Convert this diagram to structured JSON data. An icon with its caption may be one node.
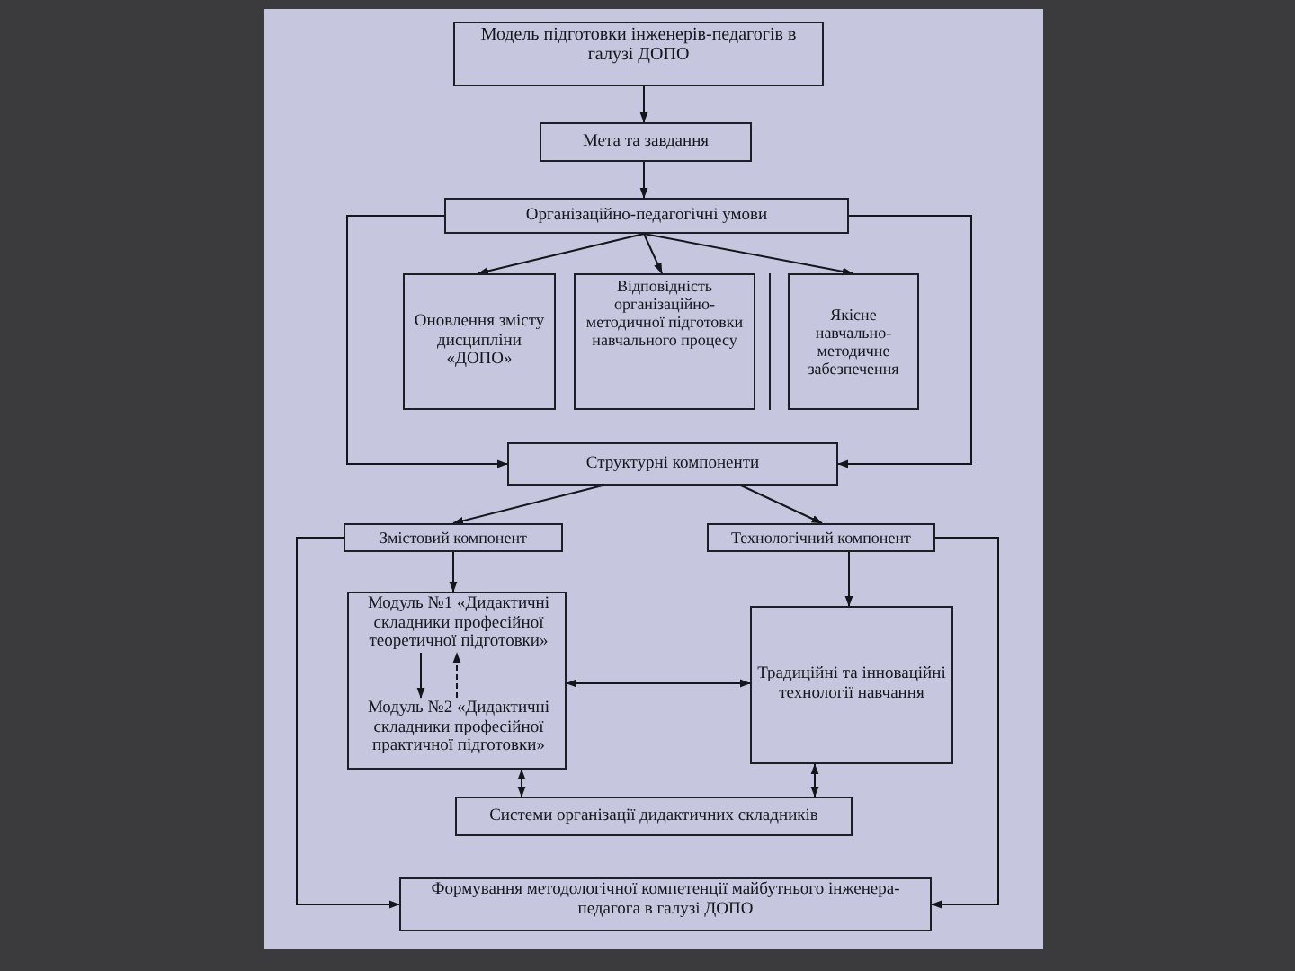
{
  "diagram": {
    "nodes": [
      {
        "text": [
          "Модель підготовки інженерів-педагогів в галузі ДОПО"
        ]
      },
      {
        "text": [
          "Мета та завдання"
        ]
      },
      {
        "text": [
          "Організаційно-педагогічні умови"
        ]
      },
      {
        "text": [
          "Оновлення змісту дисципліни «ДОПО»"
        ]
      },
      {
        "text": [
          "Відповідність організаційно-методичної підготовки навчального процесу"
        ]
      },
      {
        "text": [
          "Якісне навчально-методичне забезпечення"
        ]
      },
      {
        "text": [
          "Структурні компоненти"
        ]
      },
      {
        "text": [
          "Змістовий компонент"
        ]
      },
      {
        "text": [
          "Технологічний компонент"
        ]
      },
      {
        "text": [],
        "shape": "box"
      },
      {
        "text": [
          "Модуль №1 «Дидактичні складники професійної теоретичної підготовки»"
        ],
        "in": 9
      },
      {
        "text": [
          "Модуль №2 «Дидактичні складники професійної практичної підготовки»"
        ],
        "in": 9
      },
      {
        "text": [
          "Традиційні та інноваційні технології навчання"
        ]
      },
      {
        "text": [
          "Системи організації дидактичних складників"
        ]
      },
      {
        "text": [
          "Формування методологічної компетенції майбутнього інженера-педагога в галузі ДОПО"
        ]
      }
    ],
    "edges": [
      {
        "from": 0,
        "to": 1,
        "arrow": "to"
      },
      {
        "from": 1,
        "to": 2,
        "arrow": "to"
      },
      {
        "from": 2,
        "to": 3,
        "arrow": "to"
      },
      {
        "from": 2,
        "to": 4,
        "arrow": "to"
      },
      {
        "from": 2,
        "to": 5,
        "arrow": "to"
      },
      {
        "from": 2,
        "to": 6,
        "arrow": "to"
      },
      {
        "from": 2,
        "to": 6,
        "arrow": "to"
      },
      {
        "from": 6,
        "to": 7,
        "arrow": "to"
      },
      {
        "from": 6,
        "to": 8,
        "arrow": "to"
      },
      {
        "from": 7,
        "to": 9,
        "arrow": "to"
      },
      {
        "from": 8,
        "to": 12,
        "arrow": "to"
      },
      {
        "from": 10,
        "to": 11,
        "arrow": "to"
      },
      {
        "from": 11,
        "to": 10,
        "arrow": "to",
        "style": "dashed"
      },
      {
        "from": 9,
        "to": 12,
        "arrow": "both"
      },
      {
        "from": 9,
        "to": 13,
        "arrow": "both"
      },
      {
        "from": 12,
        "to": 13,
        "arrow": "both"
      },
      {
        "from": 7,
        "to": 14,
        "arrow": "to"
      },
      {
        "from": 8,
        "to": 14,
        "arrow": "to"
      }
    ]
  }
}
